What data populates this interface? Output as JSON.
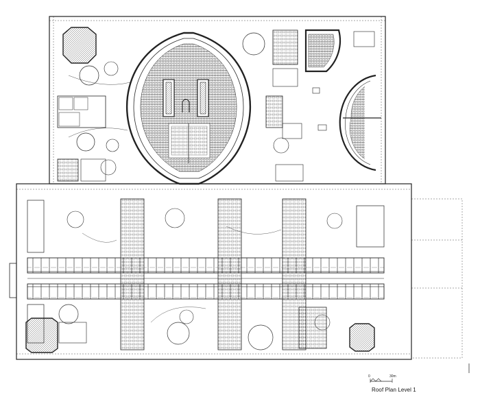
{
  "drawing": {
    "caption": "Roof Plan   Level 1",
    "scale_bar": {
      "start_label": "0",
      "end_label": "30m"
    }
  }
}
